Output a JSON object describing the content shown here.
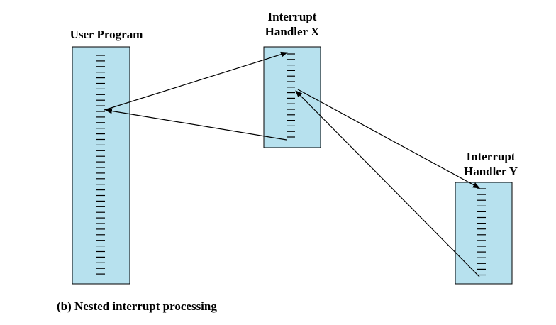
{
  "colors": {
    "box_fill": "#b7e1ee",
    "stroke": "#000000"
  },
  "user_program": {
    "label": "User Program"
  },
  "handler_x": {
    "line1": "Interrupt",
    "line2": "Handler X"
  },
  "handler_y": {
    "line1": "Interrupt",
    "line2": "Handler Y"
  },
  "caption": "(b) Nested interrupt processing"
}
